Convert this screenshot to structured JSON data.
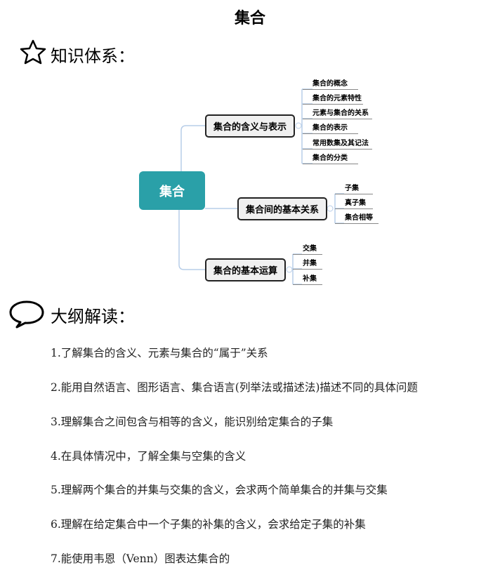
{
  "title": "集合",
  "section1": {
    "label": "知识体系：",
    "icon": "star-icon"
  },
  "mindmap": {
    "root": "集合",
    "branches": [
      {
        "label": "集合的含义与表示",
        "leaves": [
          "集合的概念",
          "集合的元素特性",
          "元素与集合的关系",
          "集合的表示",
          "常用数集及其记法",
          "集合的分类"
        ]
      },
      {
        "label": "集合间的基本关系",
        "leaves": [
          "子集",
          "真子集",
          "集合相等"
        ]
      },
      {
        "label": "集合的基本运算",
        "leaves": [
          "交集",
          "并集",
          "补集"
        ]
      }
    ]
  },
  "section2": {
    "label": "大纲解读：",
    "icon": "speech-bubble-icon"
  },
  "outline": [
    "1.了解集合的含义、元素与集合的“属于”关系",
    "2.能用自然语言、图形语言、集合语言(列举法或描述法)描述不同的具体问题",
    "3.理解集合之间包含与相等的含义，能识别给定集合的子集",
    "4.在具体情况中，了解全集与空集的含义",
    "5.理解两个集合的并集与交集的含义，会求两个简单集合的并集与交集",
    "6.理解在给定集合中一个子集的补集的含义，会求给定子集的补集",
    "7.能使用韦恩（Venn）图表达集合的"
  ],
  "colors": {
    "root": "#2aa0a8",
    "connector": "#b7cde8"
  }
}
